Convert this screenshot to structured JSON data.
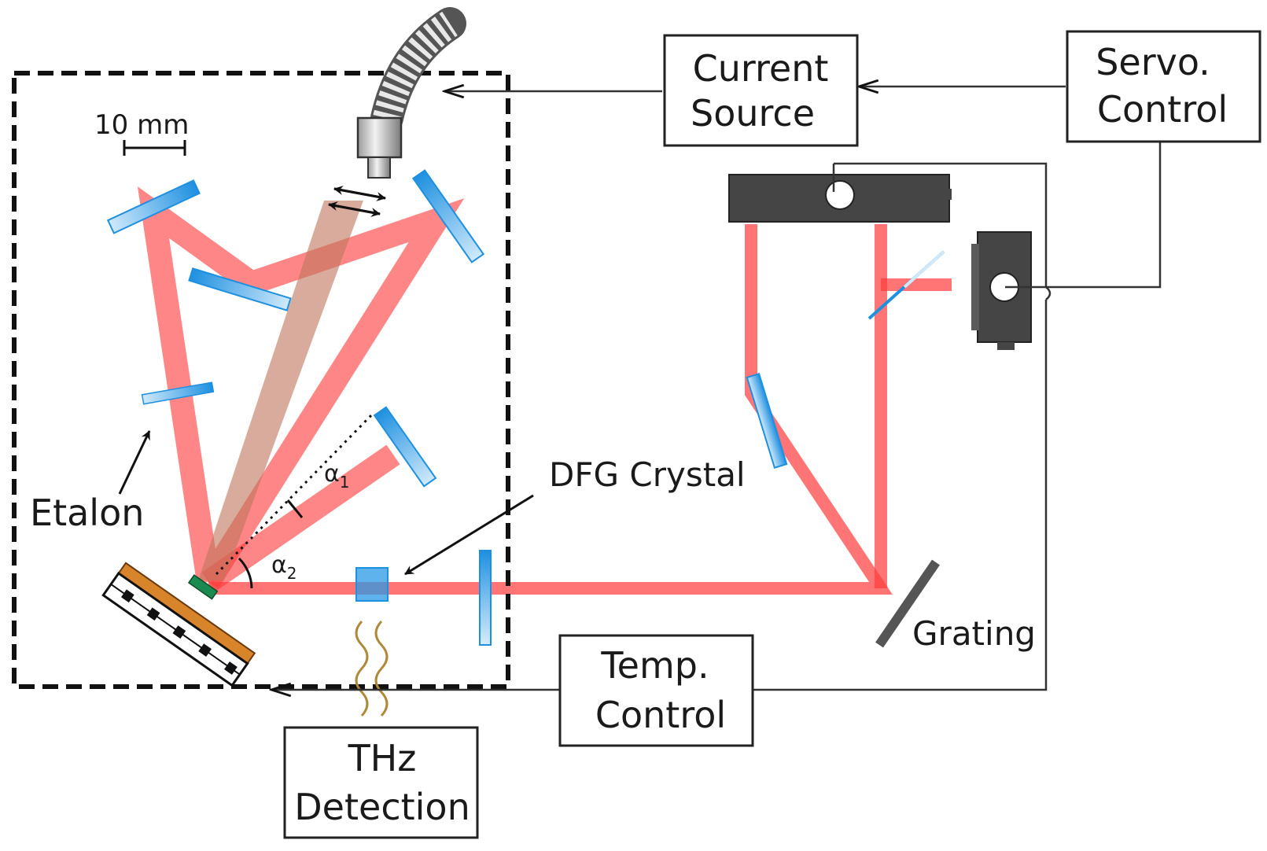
{
  "labels": {
    "scale_bar": "10 mm",
    "etalon": "Etalon",
    "dfg_crystal": "DFG Crystal",
    "grating": "Grating",
    "alpha1": "α",
    "alpha1_sub": "1",
    "alpha2": "α",
    "alpha2_sub": "2"
  },
  "boxes": {
    "current_source": {
      "line1": "Current",
      "line2": "Source"
    },
    "servo_control": {
      "line1": "Servo.",
      "line2": "Control"
    },
    "temp_control": {
      "line1": "Temp.",
      "line2": "Control"
    },
    "thz_detection": {
      "line1": "THz",
      "line2": "Detection"
    }
  },
  "colors": {
    "laser_beam": "#ff3b3b",
    "pump_beam": "#c07860",
    "optic": "#1e90e0",
    "housing": "#454545",
    "heater": "#d8842a",
    "chip": "#1a8a50"
  }
}
